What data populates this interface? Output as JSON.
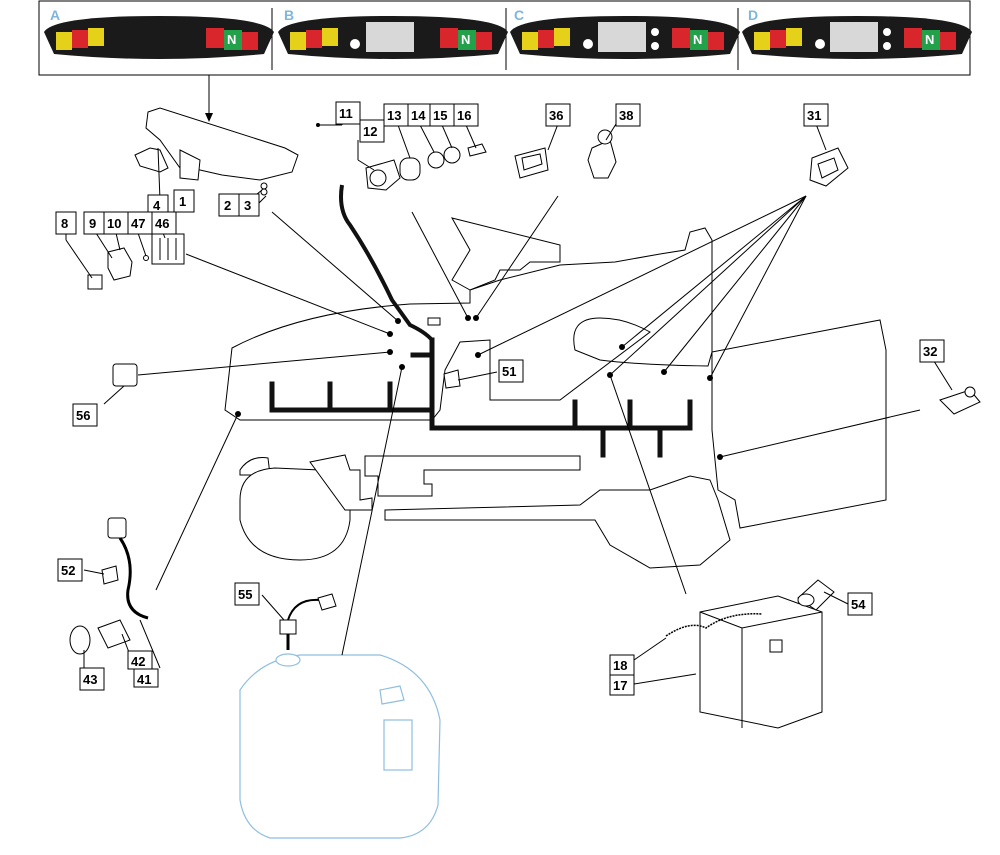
{
  "panels": [
    {
      "letter": "A"
    },
    {
      "letter": "B"
    },
    {
      "letter": "C"
    },
    {
      "letter": "D"
    }
  ],
  "panel_indicator_letter": "N",
  "callouts": {
    "c1": "1",
    "c2": "2",
    "c3": "3",
    "c4": "4",
    "c8": "8",
    "c9": "9",
    "c10": "10",
    "c11": "11",
    "c12": "12",
    "c13": "13",
    "c14": "14",
    "c15": "15",
    "c16": "16",
    "c17": "17",
    "c18": "18",
    "c31": "31",
    "c32": "32",
    "c36": "36",
    "c38": "38",
    "c41": "41",
    "c42": "42",
    "c43": "43",
    "c46": "46",
    "c47": "47",
    "c51": "51",
    "c52": "52",
    "c54": "54",
    "c55": "55",
    "c56": "56"
  },
  "colors": {
    "panel_black": "#1a1a1a",
    "indicator_yellow": "#e6d11a",
    "indicator_red": "#d8262c",
    "indicator_green": "#22a04a",
    "display_grey": "#d8d8d8",
    "tank_blue": "#8fbfe0",
    "label_letter_blue": "#7fb6d9"
  }
}
